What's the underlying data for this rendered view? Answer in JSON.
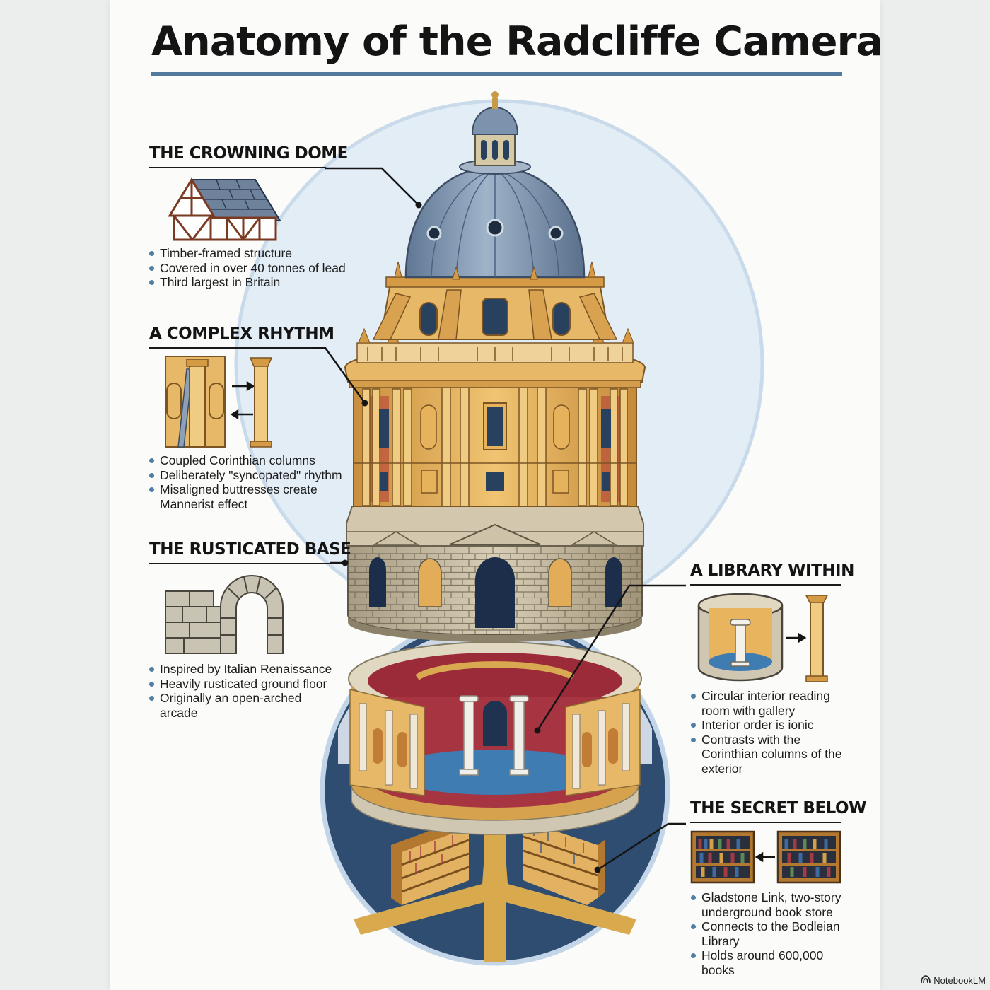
{
  "title": "Anatomy of the Radcliffe Camera",
  "sections": {
    "dome": {
      "heading": "THE CROWNING DOME",
      "bullets": [
        "Timber-framed structure",
        "Covered in over 40 tonnes of lead",
        "Third largest in Britain"
      ]
    },
    "rhythm": {
      "heading": "A COMPLEX RHYTHM",
      "bullets": [
        "Coupled Corinthian columns",
        "Deliberately \"syncopated\" rhythm",
        "Misaligned buttresses create Mannerist effect"
      ]
    },
    "base": {
      "heading": "THE RUSTICATED BASE",
      "bullets": [
        "Inspired by Italian Renaissance",
        "Heavily rusticated ground floor",
        "Originally an open-arched arcade"
      ]
    },
    "library": {
      "heading": "A LIBRARY WITHIN",
      "bullets": [
        "Circular interior reading room with gallery",
        "Interior order is ionic",
        "Contrasts with the Corinthian columns of the exterior"
      ]
    },
    "secret": {
      "heading": "THE SECRET BELOW",
      "bullets": [
        "Gladstone Link, two-story underground book store",
        "Connects to the Bodleian Library",
        "Holds around 600,000 books"
      ]
    }
  },
  "watermark": "NotebookLM",
  "colors": {
    "accent": "#52799e",
    "stone": "#e0b25c",
    "lead": "#7d93ad",
    "interior_red": "#a3313e",
    "floor_blue": "#3f78ad",
    "underground": "#2c4a6c"
  }
}
